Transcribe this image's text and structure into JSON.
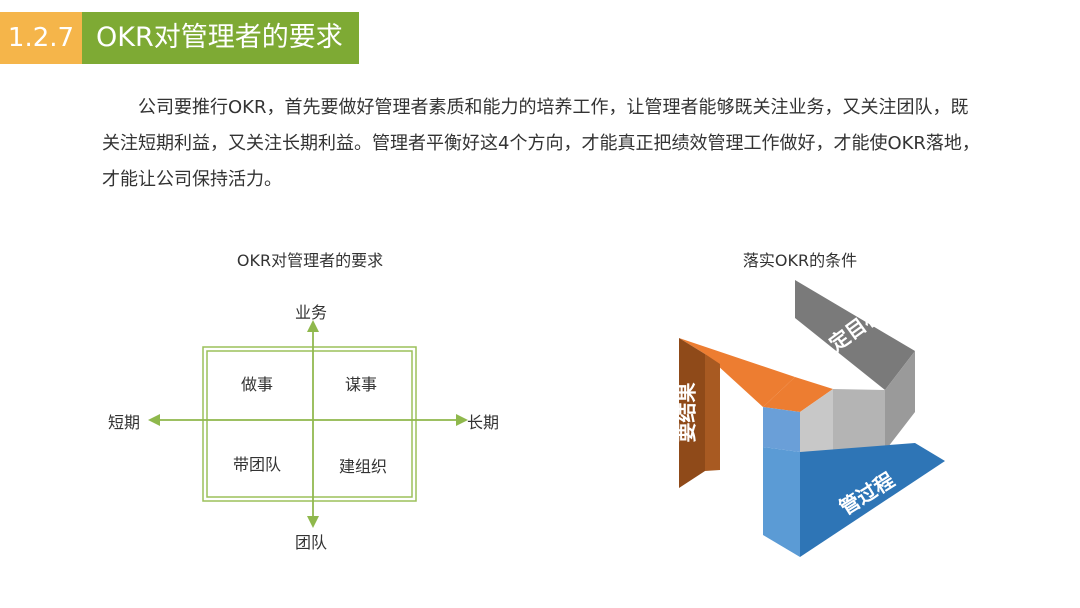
{
  "header": {
    "section_number": "1.2.7",
    "title": "OKR对管理者的要求"
  },
  "intro_text": "公司要推行OKR，首先要做好管理者素质和能力的培养工作，让管理者能够既关注业务，又关注团队，既关注短期利益，又关注长期利益。管理者平衡好这4个方向，才能真正把绩效管理工作做好，才能使OKR落地，才能让公司保持活力。",
  "matrix": {
    "title": "OKR对管理者的要求",
    "axes": {
      "top": "业务",
      "bottom": "团队",
      "left": "短期",
      "right": "长期"
    },
    "quadrants": {
      "top_left": "做事",
      "top_right": "谋事",
      "bottom_left": "带团队",
      "bottom_right": "建组织"
    },
    "colors": {
      "frame": "#9cc05a",
      "axis": "#8fb84c"
    }
  },
  "okr_conditions": {
    "title": "落实OKR的条件",
    "faces": {
      "gray": "定目标",
      "orange": "要结果",
      "blue": "管过程"
    },
    "colors": {
      "gray_top": "#7a7a7a",
      "gray_front": "#b4b4b4",
      "orange_top": "#ed7d31",
      "orange_front": "#8f4a19",
      "blue_top": "#2e75b6",
      "blue_front": "#6a9fd8"
    }
  }
}
